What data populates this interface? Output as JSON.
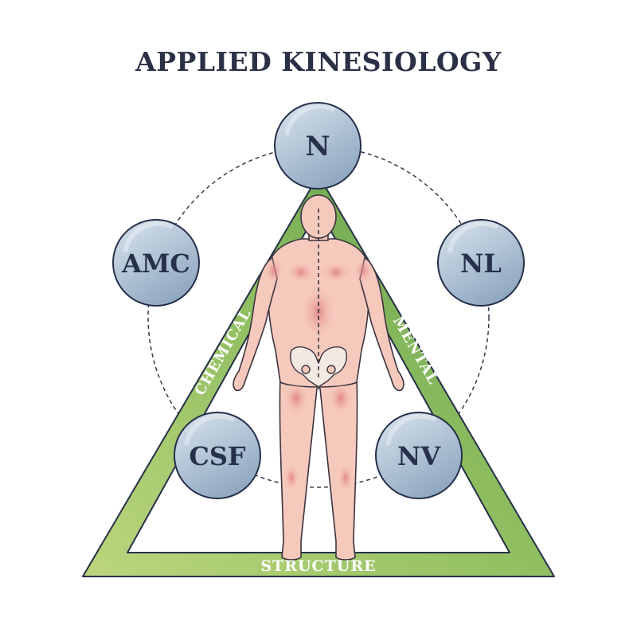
{
  "title": "APPLIED KINESIOLOGY",
  "nodes": {
    "n": "N",
    "amc": "AMC",
    "nl": "NL",
    "csf": "CSF",
    "nv": "NV"
  },
  "sides": {
    "left": "CHEMICAL",
    "right": "MENTAL",
    "bottom": "STRUCTURE"
  },
  "colors": {
    "triangle_light": "#b7d27a",
    "triangle_dark": "#5d9a4c",
    "node_fill_top": "#c9d6e3",
    "node_fill_bottom": "#8ea6bf",
    "outline": "#26304a",
    "body_fill": "#f6c9bd",
    "muscle_fill": "#e89a97"
  }
}
